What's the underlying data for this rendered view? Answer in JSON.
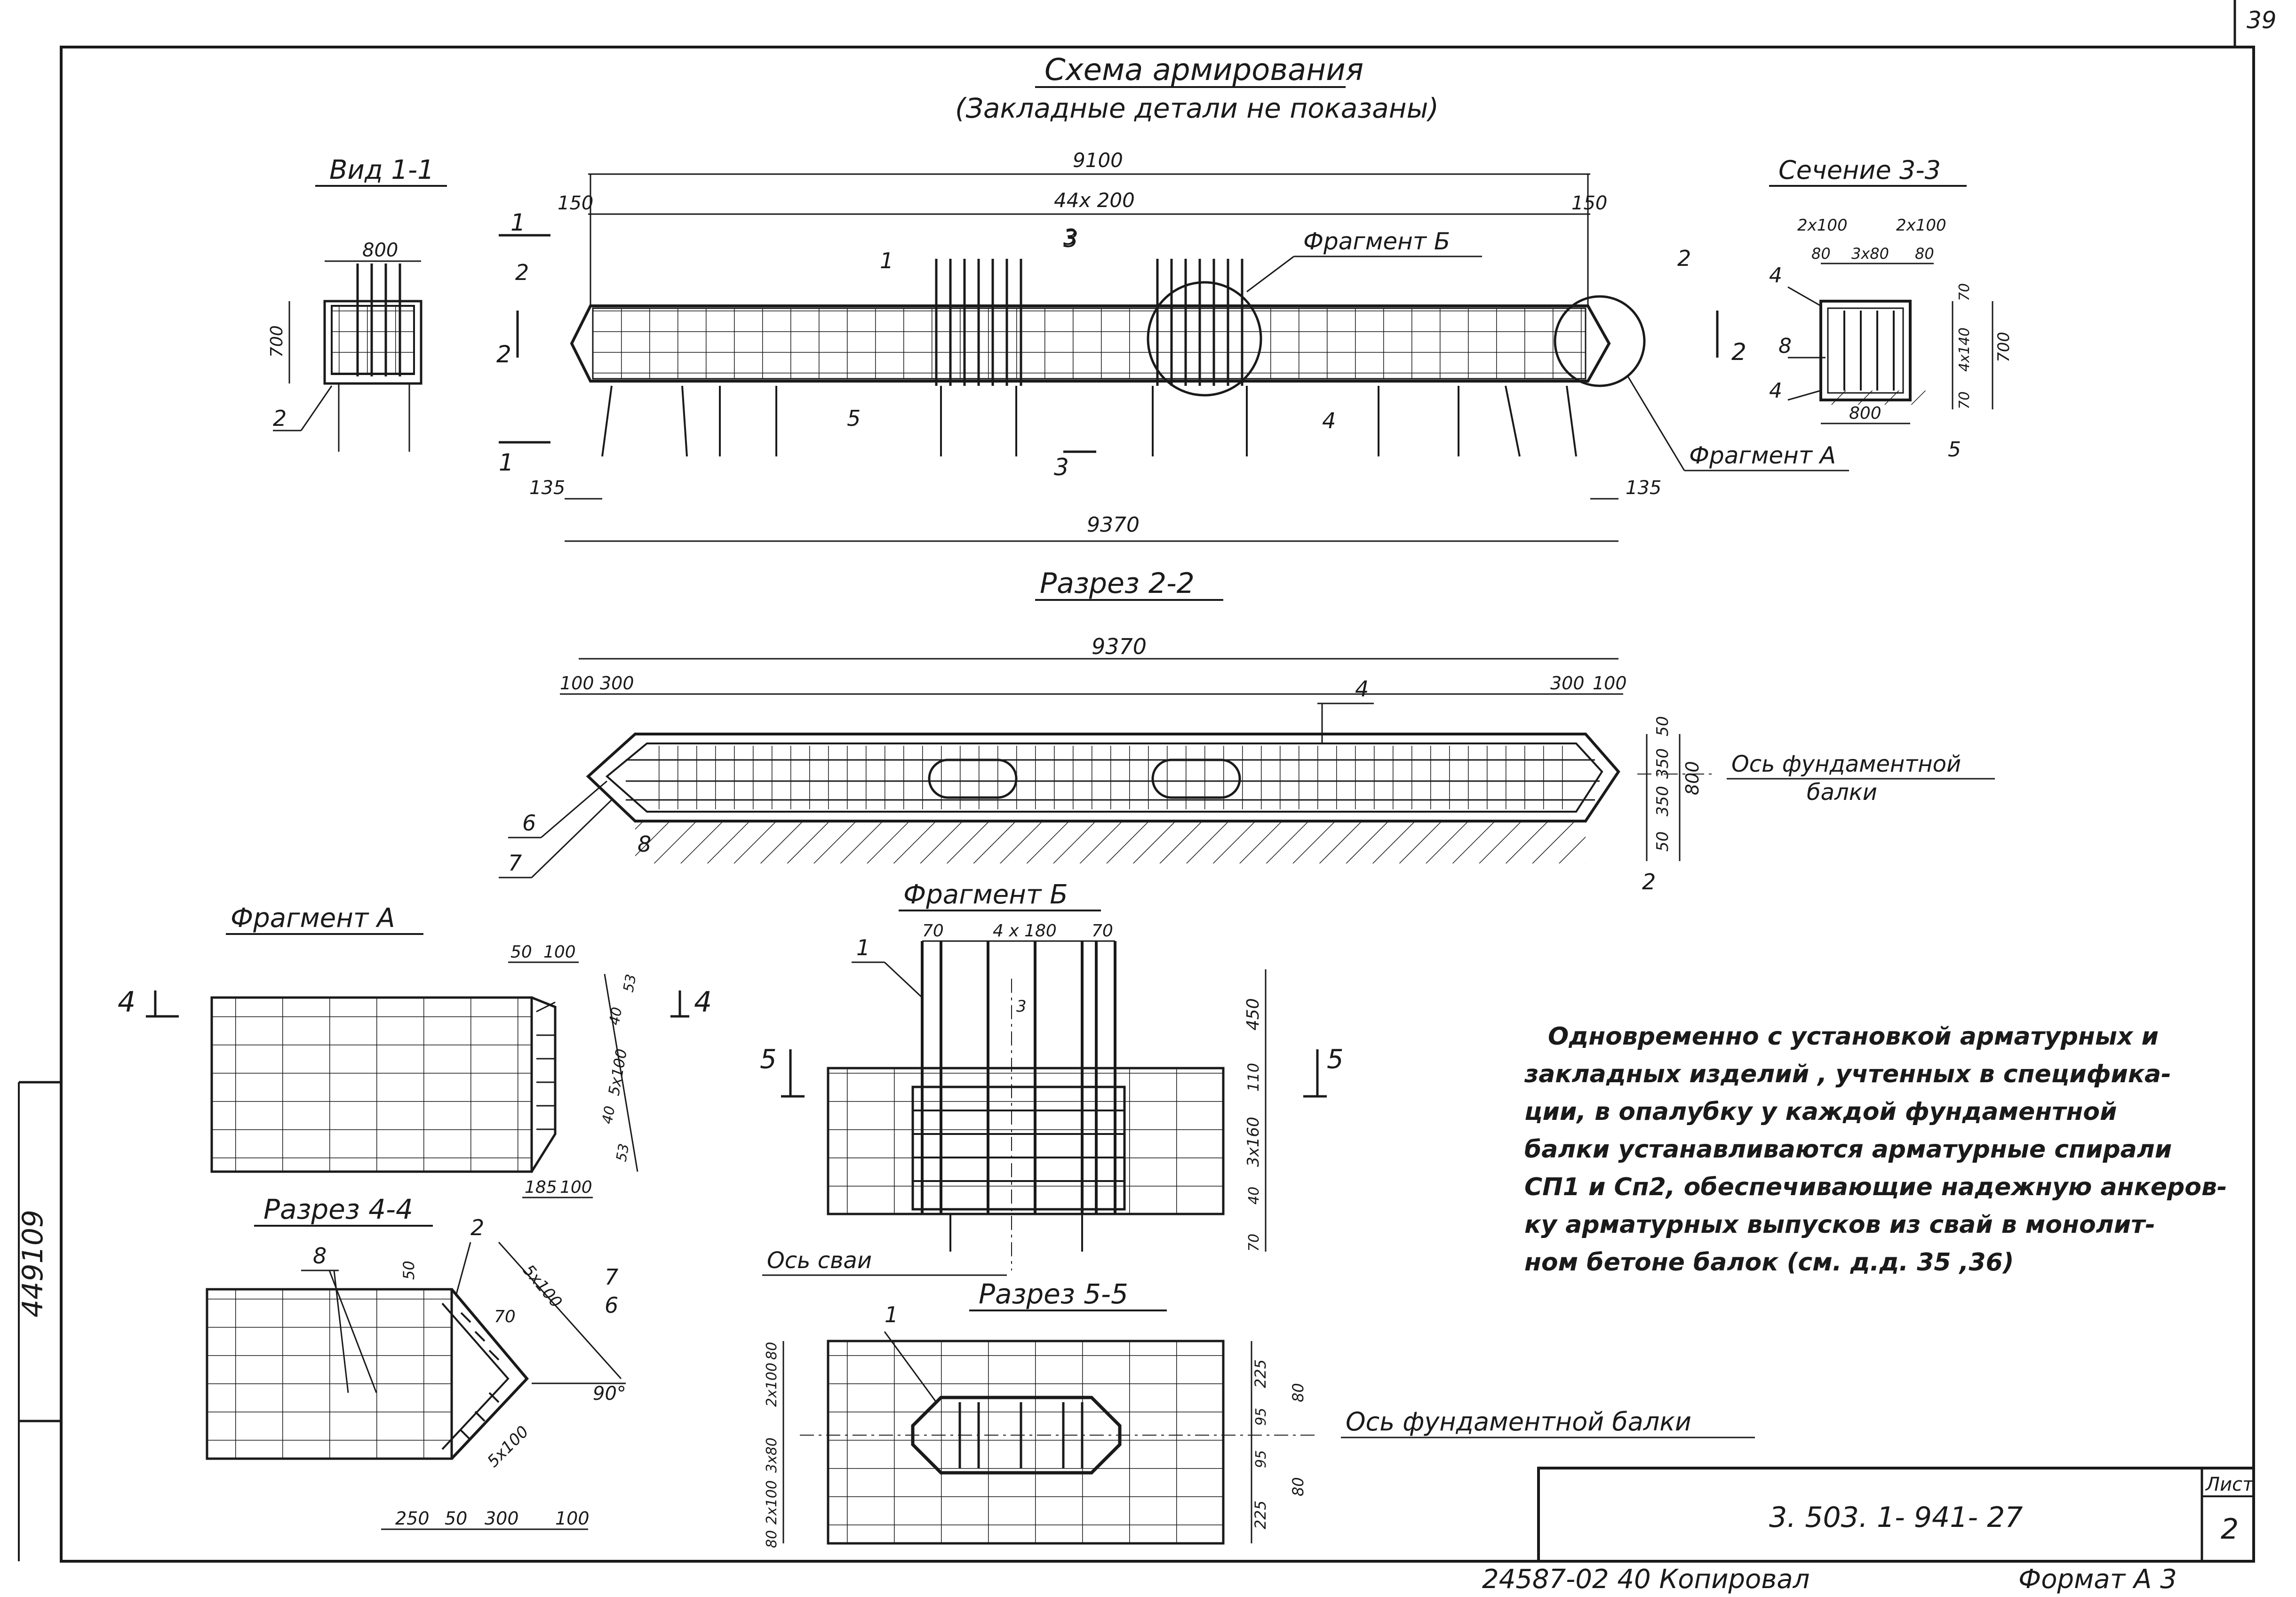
{
  "sheet": {
    "page_number": "39",
    "left_margin_mark": "449109"
  },
  "main_view": {
    "title": "Схема армирования",
    "subtitle": "(Закладные детали не показаны)",
    "dim_overall": "9100",
    "dim_pitch": "44х 200",
    "dim_left_offset": "150",
    "dim_right_offset": "150",
    "dim_bottom_overall": "9370",
    "dim_bottom_left": "135",
    "dim_bottom_right": "135",
    "fragment_b_label": "Фрагмент Б",
    "fragment_a_label": "Фрагмент А",
    "callouts": [
      "1",
      "2",
      "3",
      "4",
      "5",
      "2"
    ],
    "section_marks": [
      "1",
      "1",
      "2",
      "2",
      "3",
      "3"
    ]
  },
  "view_1_1": {
    "title": "Вид 1-1",
    "dim_width": "800",
    "dim_height": "700",
    "callout": "2"
  },
  "section_3_3": {
    "title": "Сечение 3-3",
    "dims_top": [
      "2х100",
      "2х100",
      "80",
      "3х80",
      "80"
    ],
    "dims_right": [
      "70",
      "4х140",
      "70",
      "700"
    ],
    "dim_bottom": "800",
    "callouts": [
      "4",
      "8",
      "4",
      "5"
    ]
  },
  "section_2_2": {
    "title": "Разрез 2-2",
    "dim_overall": "9370",
    "dims_left": [
      "100",
      "300"
    ],
    "dims_right": [
      "300",
      "100"
    ],
    "dims_side": [
      "50",
      "350",
      "350",
      "50",
      "800"
    ],
    "axis_label_line1": "Ось фундаментной",
    "axis_label_line2": "балки",
    "callouts": [
      "4",
      "6",
      "7",
      "8",
      "2"
    ]
  },
  "fragment_a": {
    "title": "Фрагмент А",
    "dims_top": [
      "50",
      "100"
    ],
    "dims_right": [
      "53",
      "40",
      "5х100",
      "40",
      "53"
    ],
    "dims_bottom": [
      "185",
      "100"
    ],
    "section_mark": "4"
  },
  "fragment_b": {
    "title": "Фрагмент Б",
    "dims_top": [
      "70",
      "4 х 180",
      "70"
    ],
    "dims_right": [
      "450",
      "110",
      "3х160",
      "40",
      "70"
    ],
    "callouts": [
      "1",
      "3"
    ],
    "axis_label": "Ось сваи",
    "section_mark": "5"
  },
  "section_4_4": {
    "title": "Разрез 4-4",
    "dims": [
      "50",
      "70",
      "5х100",
      "5х100",
      "90°"
    ],
    "dims_bottom": [
      "250",
      "50",
      "300",
      "100"
    ],
    "callouts": [
      "8",
      "2",
      "7",
      "6"
    ]
  },
  "section_5_5": {
    "title": "Разрез 5-5",
    "dims_left": [
      "80",
      "2х100",
      "3х80",
      "2х100",
      "80"
    ],
    "dims_right": [
      "225",
      "95",
      "95",
      "225"
    ],
    "dims_far_right": [
      "80",
      "80"
    ],
    "callout": "1",
    "axis_label": "Ось фундаментной  балки"
  },
  "note": {
    "lines": [
      "Одновременно с установкой арматурных и",
      "закладных изделий , учтенных в специфика-",
      "ции, в опалубку у каждой фундаментной",
      "балки устанавливаются арматурные спирали",
      "СП1 и Сп2, обеспечивающие надежную анкеров-",
      "ку арматурных выпусков из свай в монолит-",
      "ном бетоне балок (см. д.д. 35 ,36)"
    ]
  },
  "title_block": {
    "document_code": "3. 503. 1- 941- 27",
    "sheet_label": "Лист",
    "sheet_number": "2"
  },
  "footer": {
    "copy_note": "24587-02  40  Копировал",
    "format": "Формат А 3"
  }
}
